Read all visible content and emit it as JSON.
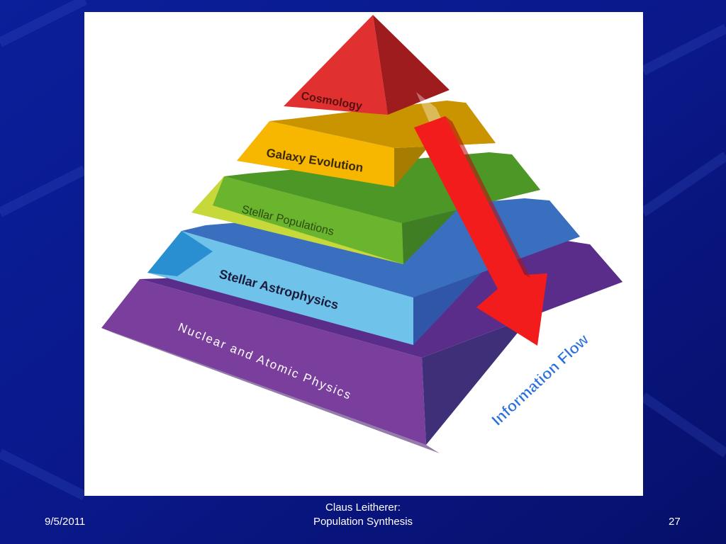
{
  "slide": {
    "layers": [
      {
        "label": "Cosmology",
        "color": "#d7262a"
      },
      {
        "label": "Galaxy Evolution",
        "color": "#f5b400"
      },
      {
        "label": "Stellar Populations",
        "color": "#63b22e"
      },
      {
        "label": "Stellar Astrophysics",
        "color": "#6bbfe8"
      },
      {
        "label": "Nuclear and Atomic Physics",
        "color": "#6e3b8f"
      }
    ],
    "arrow_label": "Information Flow",
    "arrow_color": "#f21c1c"
  },
  "footer": {
    "date": "9/5/2011",
    "title_line1": "Claus Leitherer:",
    "title_line2": "Population Synthesis",
    "page": "27"
  }
}
